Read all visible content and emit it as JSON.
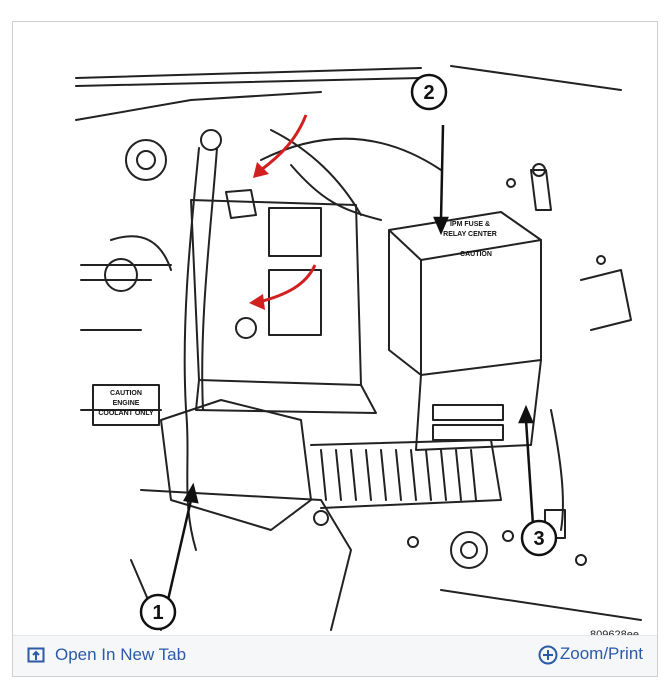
{
  "figure": {
    "callouts": [
      "1",
      "2",
      "3"
    ],
    "diagram_code": "809628ee",
    "box_label_1": "IPM FUSE &",
    "box_label_2": "RELAY CENTER",
    "box_label_3": "CAUTION",
    "tank_label_1": "CAUTION",
    "tank_label_2": "ENGINE",
    "tank_label_3": "COOLANT ONLY"
  },
  "footer": {
    "open_label": "Open In New Tab",
    "zoom_label": "Zoom/Print"
  },
  "icons": {
    "open": "open-in-new-tab-icon",
    "zoom": "zoom-plus-icon"
  },
  "colors": {
    "link": "#2b5aa8",
    "arrow": "#d21f1f"
  }
}
